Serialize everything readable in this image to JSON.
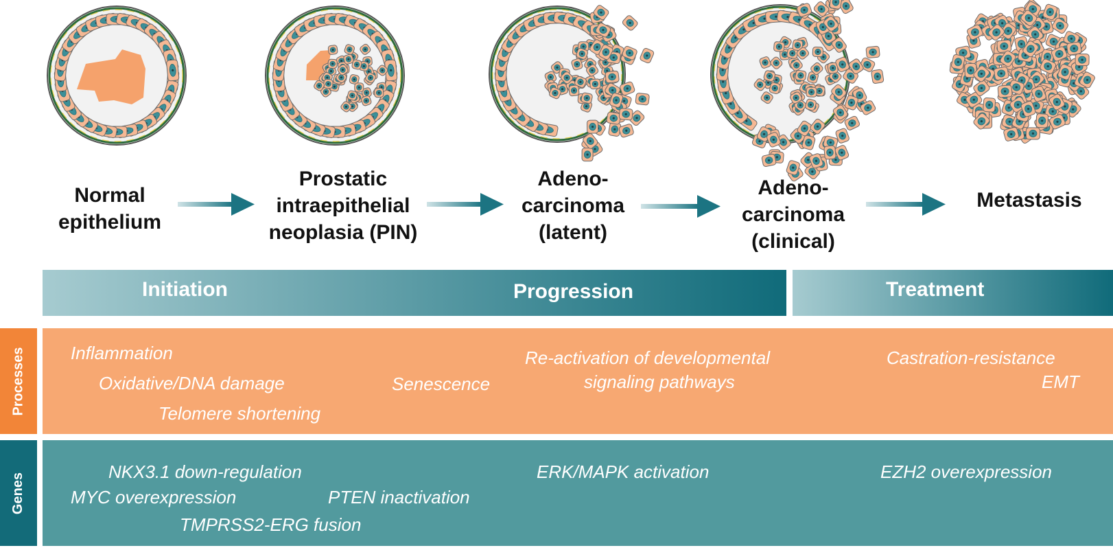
{
  "stages": [
    {
      "label": "Normal\nepithelium"
    },
    {
      "label": "Prostatic\nintraepithelial\nneoplasia (PIN)"
    },
    {
      "label": "Adeno-\ncarcinoma\n(latent)"
    },
    {
      "label": "Adeno-\ncarcinoma\n(clinical)"
    },
    {
      "label": "Metastasis"
    }
  ],
  "phases": {
    "initiation": "Initiation",
    "progression": "Progression",
    "treatment": "Treatment"
  },
  "processes": {
    "tab": "Processes",
    "items": [
      "Inflammation",
      "Oxidative/DNA damage",
      "Telomere shortening",
      "Senescence",
      "Re-activation of developmental",
      "signaling pathways",
      "Castration-resistance",
      "EMT"
    ]
  },
  "genes": {
    "tab": "Genes",
    "items": [
      "NKX3.1 down-regulation",
      "MYC overexpression",
      "TMPRSS2-ERG fusion",
      "PTEN inactivation",
      "ERK/MAPK activation",
      "EZH2 overexpression"
    ]
  },
  "colors": {
    "cell_fill": "#f5b894",
    "nucleus": "#3c8f98",
    "lumen": "#f2f2f2",
    "secretion": "#f5a26c",
    "basement": "#2d6b3a",
    "teal_dark": "#106b7a",
    "teal_light": "#a6cbd0",
    "orange_band": "#f7a872",
    "orange_tab": "#f28538",
    "teal_band": "#529a9e",
    "teal_tab": "#136b79"
  }
}
